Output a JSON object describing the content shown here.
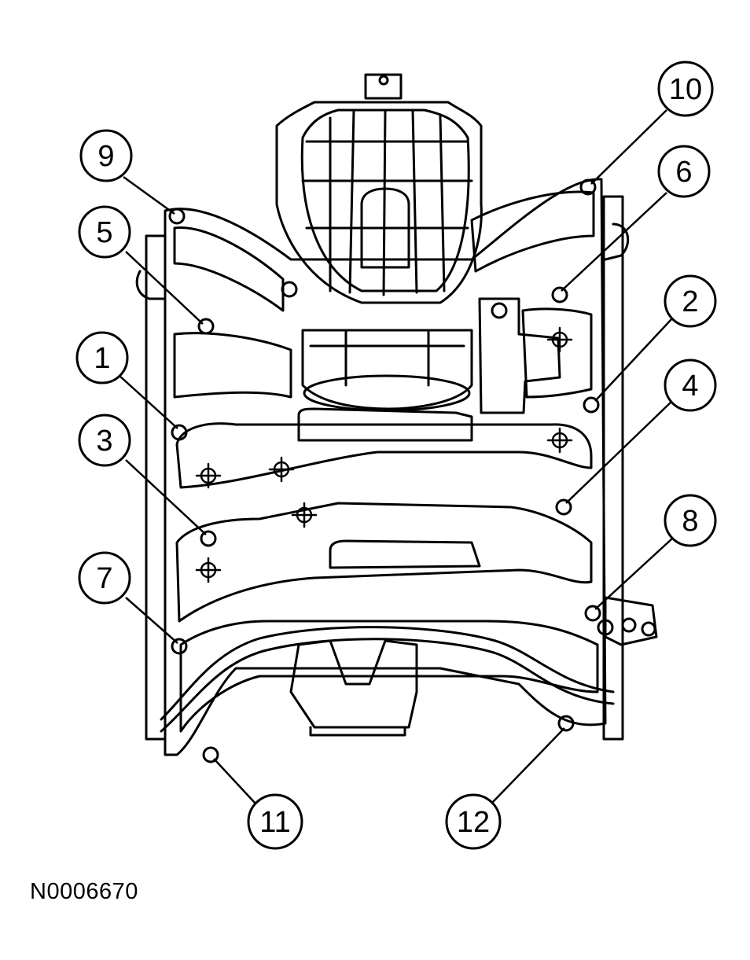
{
  "figure_id": "N0006670",
  "callouts": [
    {
      "number": "1"
    },
    {
      "number": "2"
    },
    {
      "number": "3"
    },
    {
      "number": "4"
    },
    {
      "number": "5"
    },
    {
      "number": "6"
    },
    {
      "number": "7"
    },
    {
      "number": "8"
    },
    {
      "number": "9"
    },
    {
      "number": "10"
    },
    {
      "number": "11"
    },
    {
      "number": "12"
    }
  ],
  "colors": {
    "line": "#000000",
    "background": "#ffffff"
  }
}
